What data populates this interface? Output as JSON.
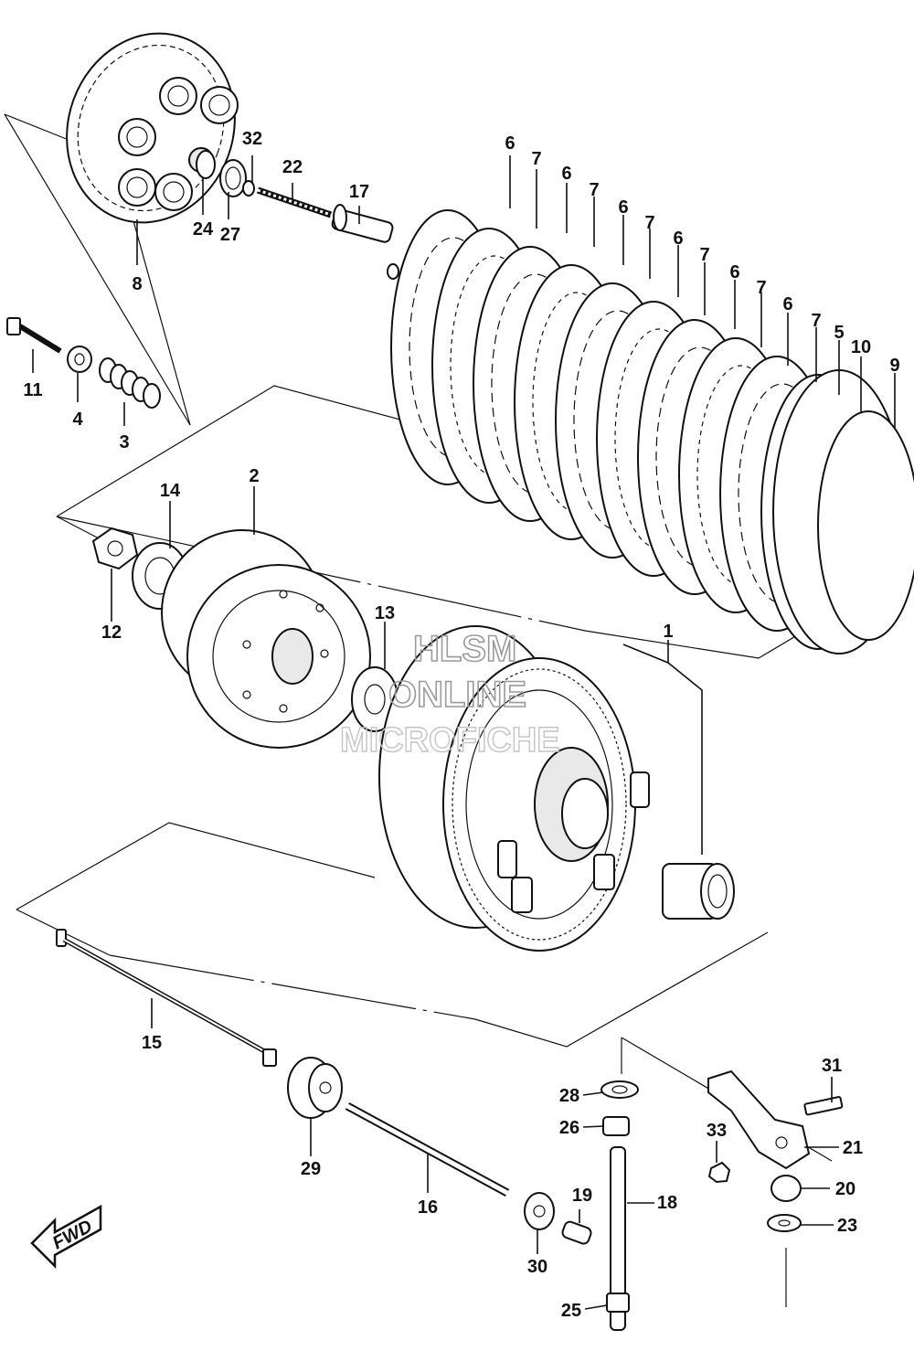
{
  "diagram": {
    "callouts": [
      "1",
      "2",
      "3",
      "4",
      "5",
      "6",
      "7",
      "8",
      "9",
      "10",
      "11",
      "12",
      "13",
      "14",
      "15",
      "16",
      "17",
      "18",
      "19",
      "20",
      "21",
      "22",
      "23",
      "24",
      "25",
      "26",
      "27",
      "28",
      "29",
      "30",
      "31",
      "32",
      "33"
    ],
    "fwd_label": "FWD",
    "watermark": {
      "line1": "HLSM",
      "line2": "ONLINE",
      "line3": "MICROFICHE"
    }
  }
}
